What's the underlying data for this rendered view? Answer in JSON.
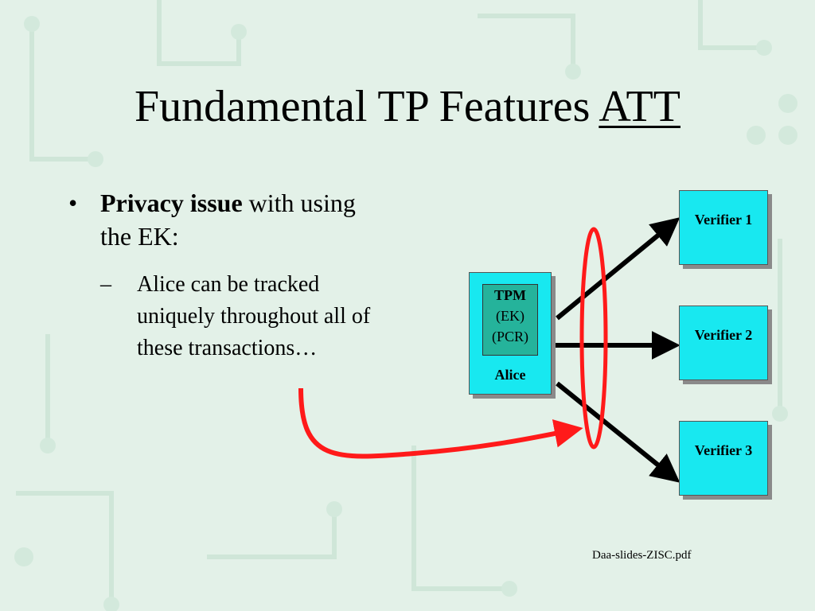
{
  "slide": {
    "title": "Fundamental TP Features",
    "title_underlined": "ATT",
    "bullet": {
      "marker": "•",
      "bold": "Privacy issue",
      "rest": " with using the EK:"
    },
    "sub_bullet": {
      "marker": "–",
      "text": "Alice can be tracked uniquely throughout all of these transactions…"
    },
    "caption": "Daa-slides-ZISC.pdf"
  },
  "diagram": {
    "alice_box": {
      "tpm_label": "TPM",
      "ek_label": "(EK)",
      "pcr_label": "(PCR)",
      "owner_label": "Alice"
    },
    "verifiers": [
      "Verifier 1",
      "Verifier 2",
      "Verifier 3"
    ],
    "colors": {
      "box_fill": "#18e8f0",
      "tpm_fill": "#25b39b",
      "highlight": "#ff1a1a",
      "arrow": "#000000",
      "background": "#e3f1e8"
    }
  }
}
